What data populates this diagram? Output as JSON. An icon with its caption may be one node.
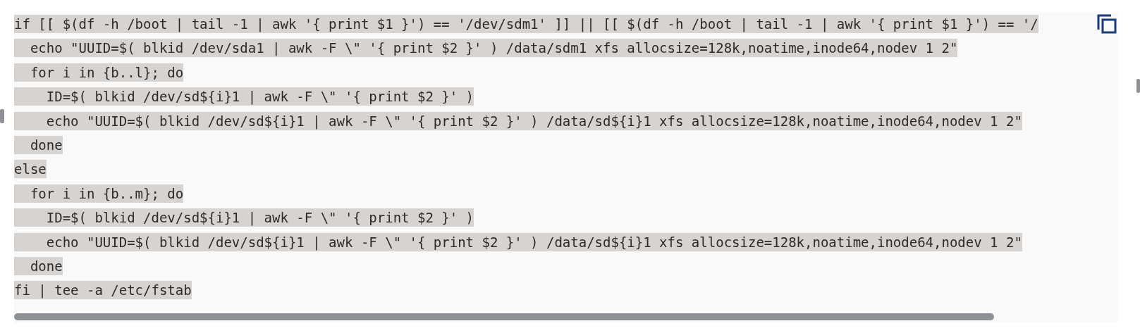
{
  "diagram": {
    "labels": [
      "if [[ $(df -h /boot | tail -1 | awk '{ print $1 }') == '/dev/sdm1' ]] || [[ $(df -h /boot | tail -1 | awk '{ print $1 }') == '/",
      "  echo \"UUID=$( blkid /dev/sda1 | awk -F \\\" '{ print $2 }' ) /data/sdm1 xfs allocsize=128k,noatime,inode64,nodev 1 2\"",
      "  for i in {b..l}; do",
      "    ID=$( blkid /dev/sd${i}1 | awk -F \\\" '{ print $2 }' )",
      "    echo \"UUID=$( blkid /dev/sd${i}1 | awk -F \\\" '{ print $2 }' ) /data/sd${i}1 xfs allocsize=128k,noatime,inode64,nodev 1 2\"",
      "  done",
      "else",
      "  for i in {b..m}; do",
      "    ID=$( blkid /dev/sd${i}1 | awk -F \\\" '{ print $2 }' )",
      "    echo \"UUID=$( blkid /dev/sd${i}1 | awk -F \\\" '{ print $2 }' ) /data/sd${i}1 xfs allocsize=128k,noatime,inode64,nodev 1 2\"",
      "  done",
      "fi | tee -a /etc/fstab"
    ]
  }
}
